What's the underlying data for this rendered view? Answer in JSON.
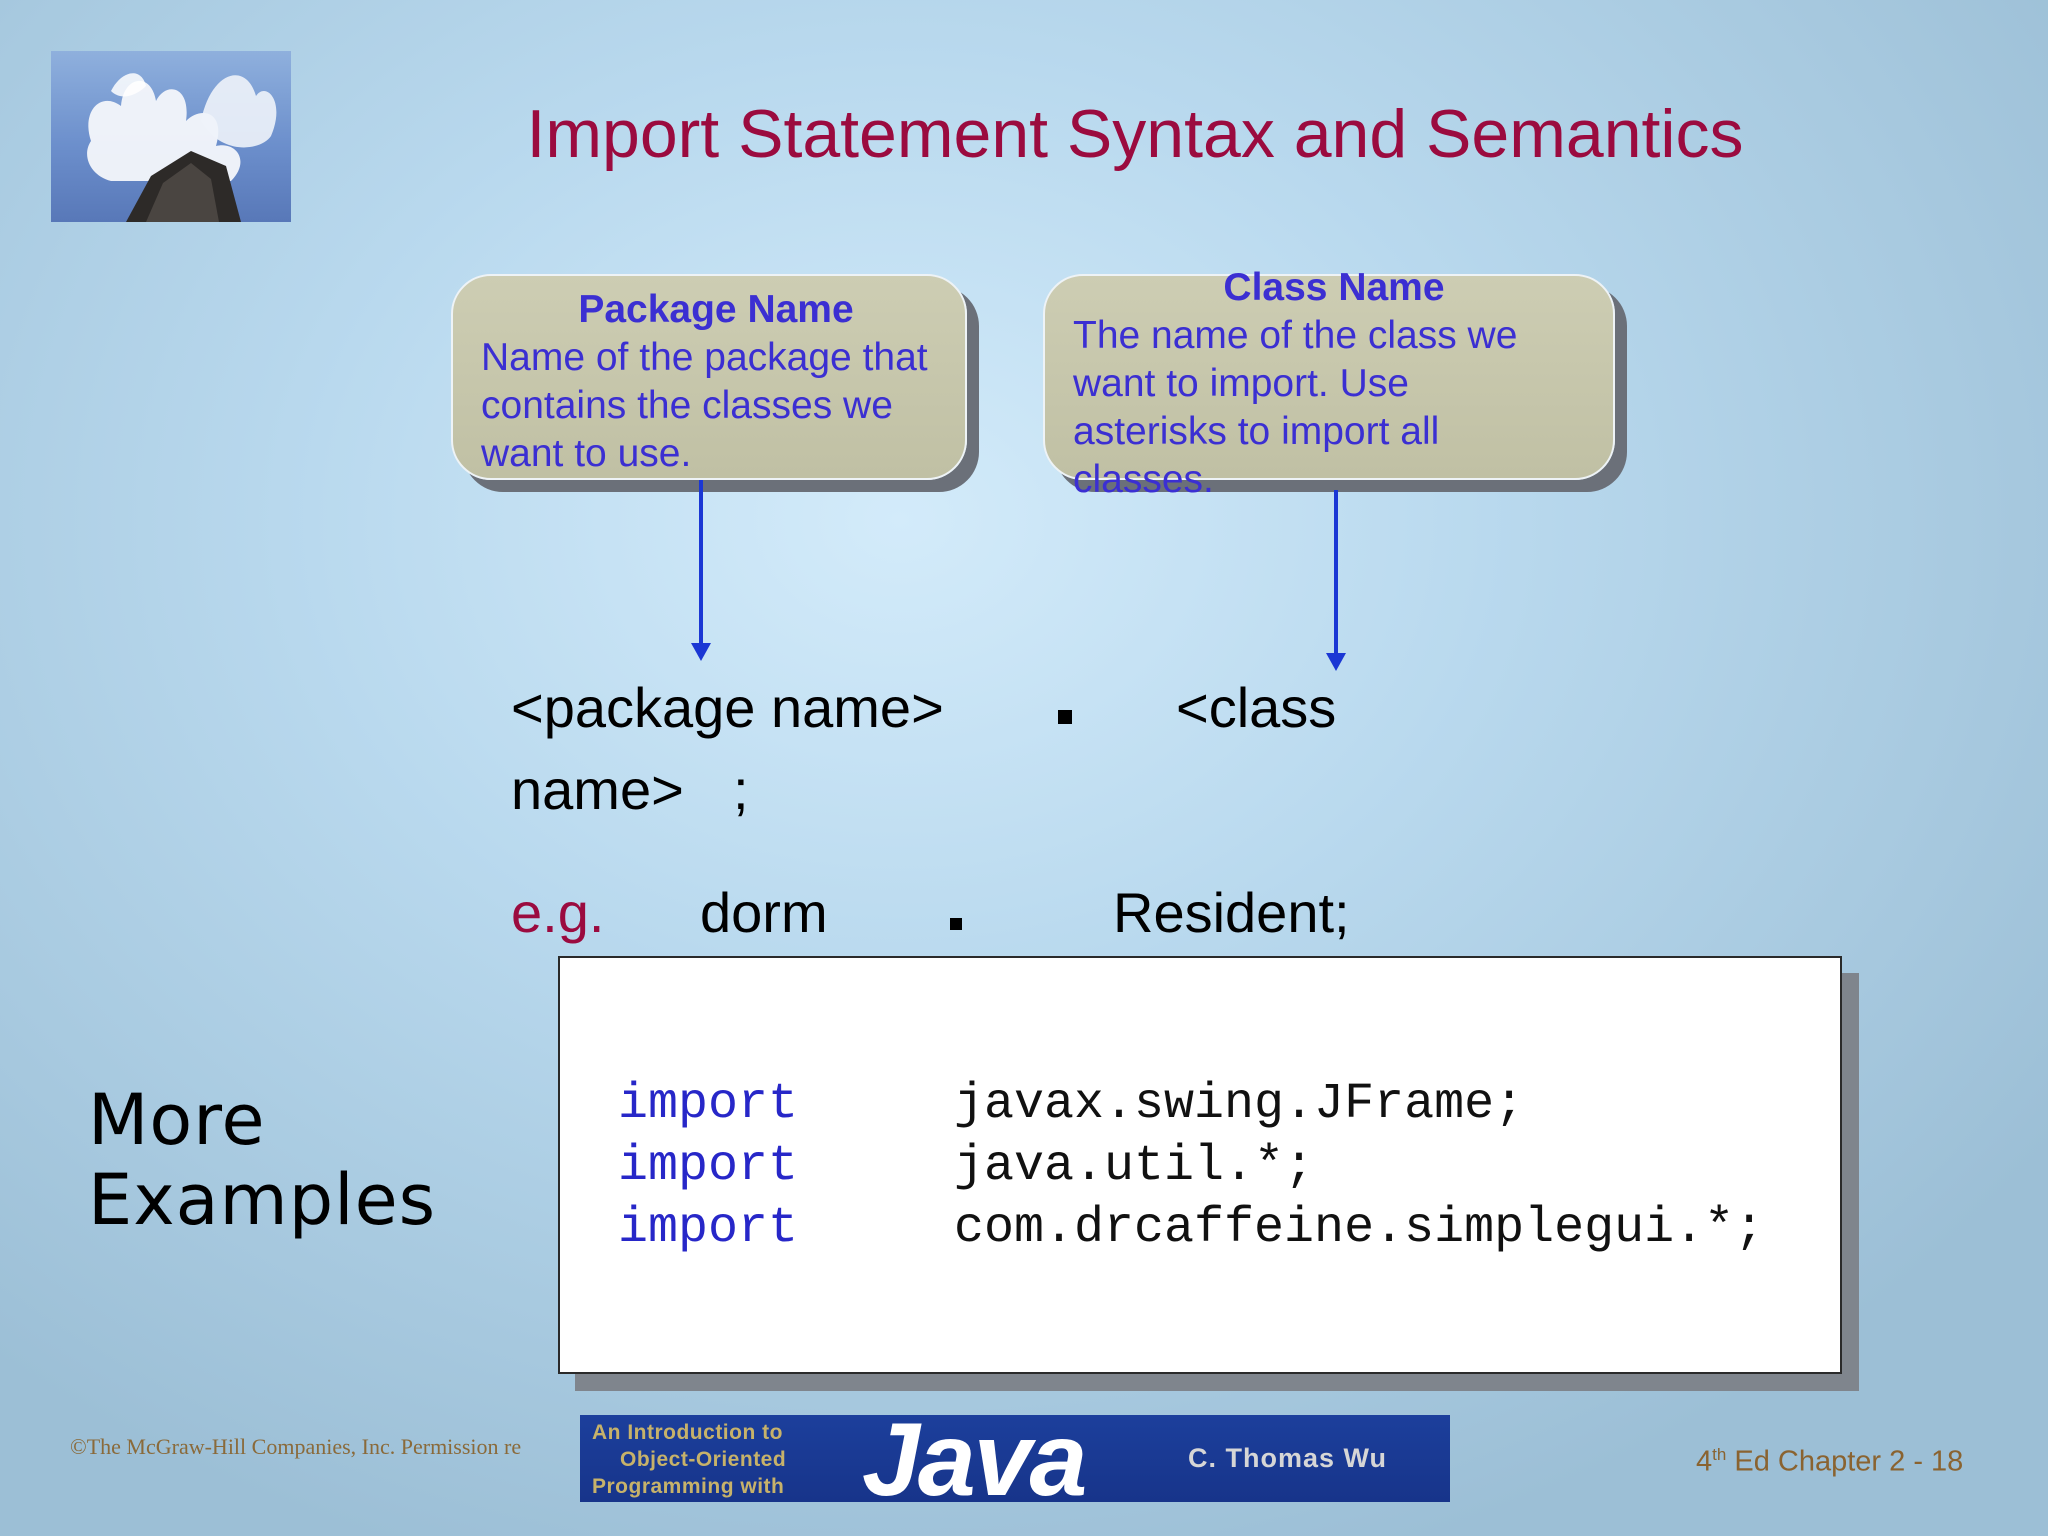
{
  "slide": {
    "title": "Import Statement Syntax and Semantics",
    "callouts": {
      "package": {
        "heading": "Package Name",
        "lines": [
          "Name of the package that",
          "contains the classes we",
          "want to use."
        ]
      },
      "class": {
        "heading": "Class Name",
        "lines": [
          "The name of the class we",
          "want to import. Use",
          "asterisks to import all",
          "classes."
        ]
      }
    },
    "syntax": {
      "package_part": "<package name>",
      "class_part": "<class",
      "class_part_cont": "name>",
      "semicolon": ";"
    },
    "example": {
      "label": "e.g.",
      "package": "dorm",
      "class": "Resident;"
    },
    "more_examples": {
      "label_line1": "More",
      "label_line2": "Examples",
      "lines": [
        {
          "keyword": "import",
          "code": "javax.swing.JFrame;"
        },
        {
          "keyword": "import",
          "code": "java.util.*;"
        },
        {
          "keyword": "import",
          "code": "com.drcaffeine.simplegui.*;"
        }
      ]
    },
    "footer": {
      "copyright": "©The McGraw-Hill Companies, Inc. Permission re",
      "banner": {
        "intro_line1": "An Introduction to",
        "intro_line2": "Object-Oriented",
        "intro_line3": "Programming with",
        "java": "Java",
        "author": "C. Thomas Wu"
      },
      "page_prefix": "4",
      "page_sup": "th",
      "page_suffix": " Ed Chapter 2 - 18"
    }
  },
  "colors": {
    "title": "#9b0b3f",
    "callout_text": "#3b2fd2",
    "arrow": "#1b37d4",
    "keyword": "#2727c8"
  },
  "icons": [
    "ocean-wave-photo"
  ]
}
